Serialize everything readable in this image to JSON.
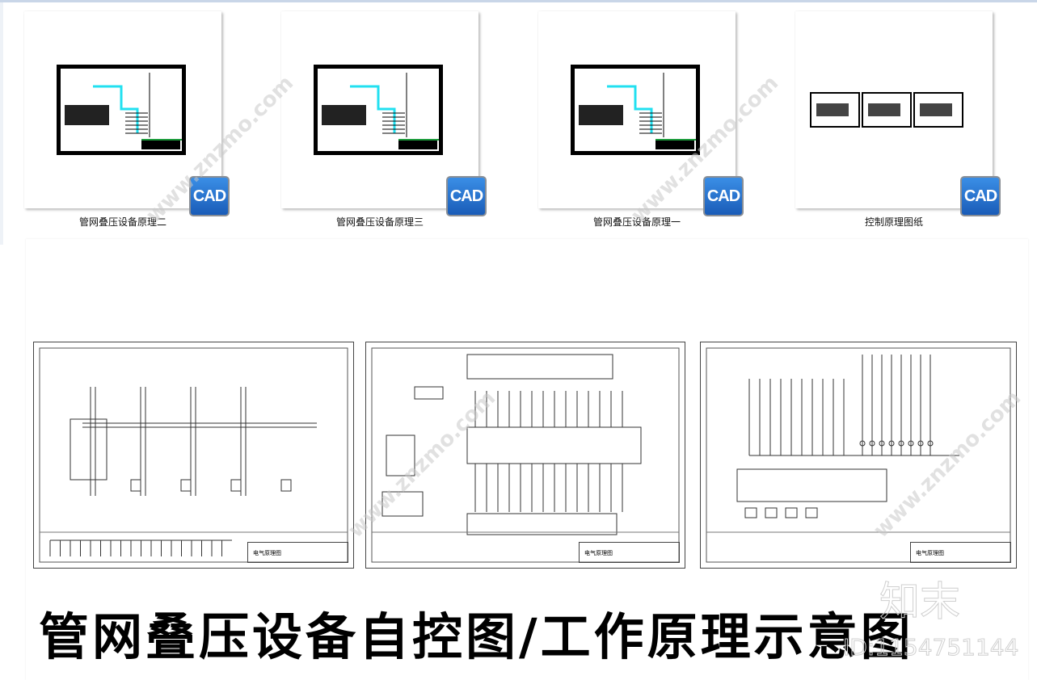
{
  "files": [
    {
      "name": "管网叠压设备原理二",
      "icon": "cad-file-icon"
    },
    {
      "name": "管网叠压设备原理三",
      "icon": "cad-file-icon"
    },
    {
      "name": "管网叠压设备原理一",
      "icon": "cad-file-icon"
    },
    {
      "name": "控制原理图纸",
      "icon": "cad-file-icon"
    }
  ],
  "cad_icon_text": "CAD",
  "drawings": [
    {
      "title_block": "电气原理图"
    },
    {
      "title_block": "电气原理图"
    },
    {
      "title_block": "电气原理图"
    }
  ],
  "headline": "管网叠压设备自控图/工作原理示意图",
  "watermark": {
    "brand": "知末",
    "id": "ID:1154751144",
    "site": "www.znzmo.com"
  },
  "colors": {
    "pipe": "#22e0f0",
    "cad_icon": "#2a74d0"
  }
}
